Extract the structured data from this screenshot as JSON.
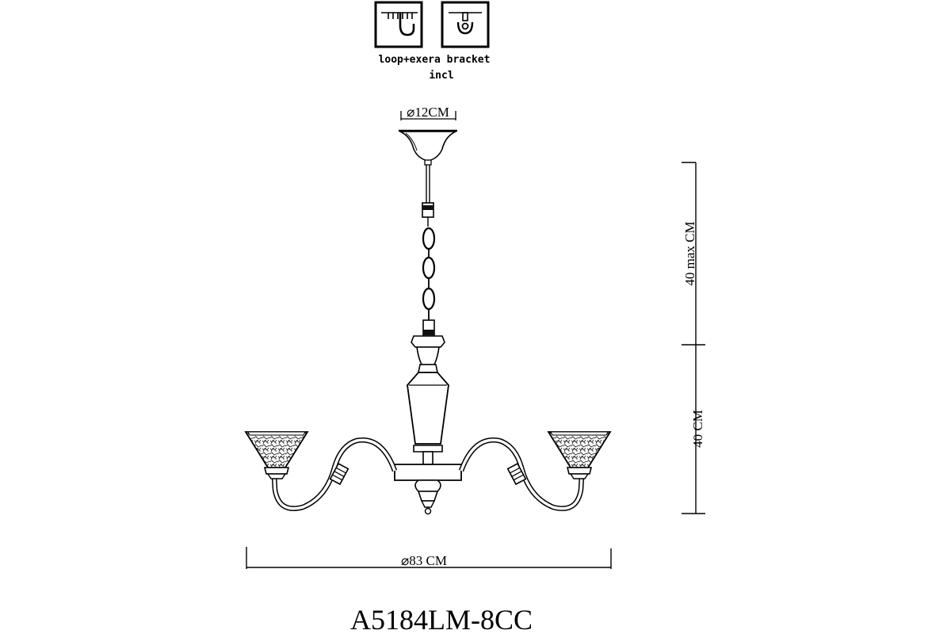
{
  "mount": {
    "caption_line1": "loop+exera bracket",
    "caption_line2": "incl",
    "icons": [
      "hook-mount-icon",
      "loop-bracket-icon"
    ]
  },
  "dimensions": {
    "canopy_diameter": "⌀12CM",
    "height_max": "40 max CM",
    "height_body": "40 CM",
    "width_diameter": "⌀83 CM"
  },
  "product": {
    "model": "A5184LM-8CC"
  }
}
